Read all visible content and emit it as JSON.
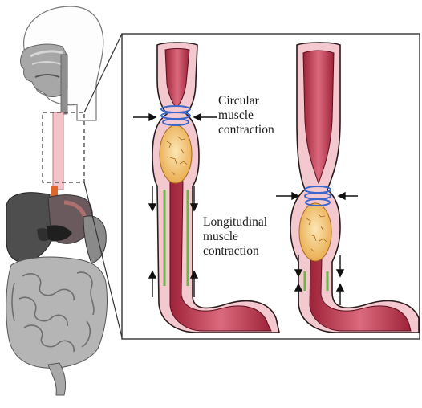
{
  "labels": {
    "circular": [
      "Circular",
      "muscle",
      "contraction"
    ],
    "longitudinal": [
      "Longitudinal",
      "muscle",
      "contraction"
    ]
  },
  "colors": {
    "esophagus_wall": "#f3c9cf",
    "esophagus_outline": "#2a1a1c",
    "lumen": "#c8435a",
    "lumen_dark": "#8f1f34",
    "bolus": "#f2c36b",
    "circular_muscle": "#3a67c9",
    "longitudinal_muscle": "#6fb34a",
    "body_gray": "#9a9a9a",
    "liver": "#555555",
    "highlight_esophagus": "#f0c4c9"
  },
  "icons": [
    "arrow-icon"
  ]
}
